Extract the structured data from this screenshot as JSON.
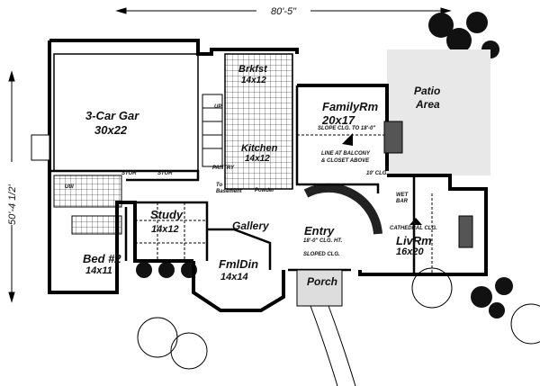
{
  "dimensions": {
    "width": "80'-5\"",
    "depth": "50'-4 1/2'"
  },
  "rooms": [
    {
      "name": "3-Car Gar",
      "size": "30x22"
    },
    {
      "name": "Brkfst",
      "size": "14x12"
    },
    {
      "name": "Kitchen",
      "size": "14x12"
    },
    {
      "name": "FamilyRm",
      "size": "20x17"
    },
    {
      "name": "Patio",
      "size": "Area"
    },
    {
      "name": "Study",
      "size": "14x12"
    },
    {
      "name": "Bed #2",
      "size": "14x11"
    },
    {
      "name": "Gallery",
      "size": ""
    },
    {
      "name": "Entry",
      "size": "18'-0\" CLG. HT."
    },
    {
      "name": "FmlDin",
      "size": "14x14"
    },
    {
      "name": "LivRm",
      "size": "16x20"
    },
    {
      "name": "Porch",
      "size": ""
    }
  ],
  "notes": {
    "family_slope": "SLOPE CLG. TO 18'-0\"",
    "balcony": "LINE AT BALCONY",
    "closet": "& CLOSET ABOVE",
    "ten_clg": "10' CLG.",
    "wet": "WET",
    "bar": "BAR",
    "cathedral": "CATHEDRAL CLG.",
    "sloped": "SLOPED CLG.",
    "pantry": "PANTRY",
    "to": "To",
    "basement": "Basement",
    "powder": "Powder",
    "stor1": "STOR",
    "stor2": "STOR",
    "util": "Util",
    "up": "UP"
  }
}
